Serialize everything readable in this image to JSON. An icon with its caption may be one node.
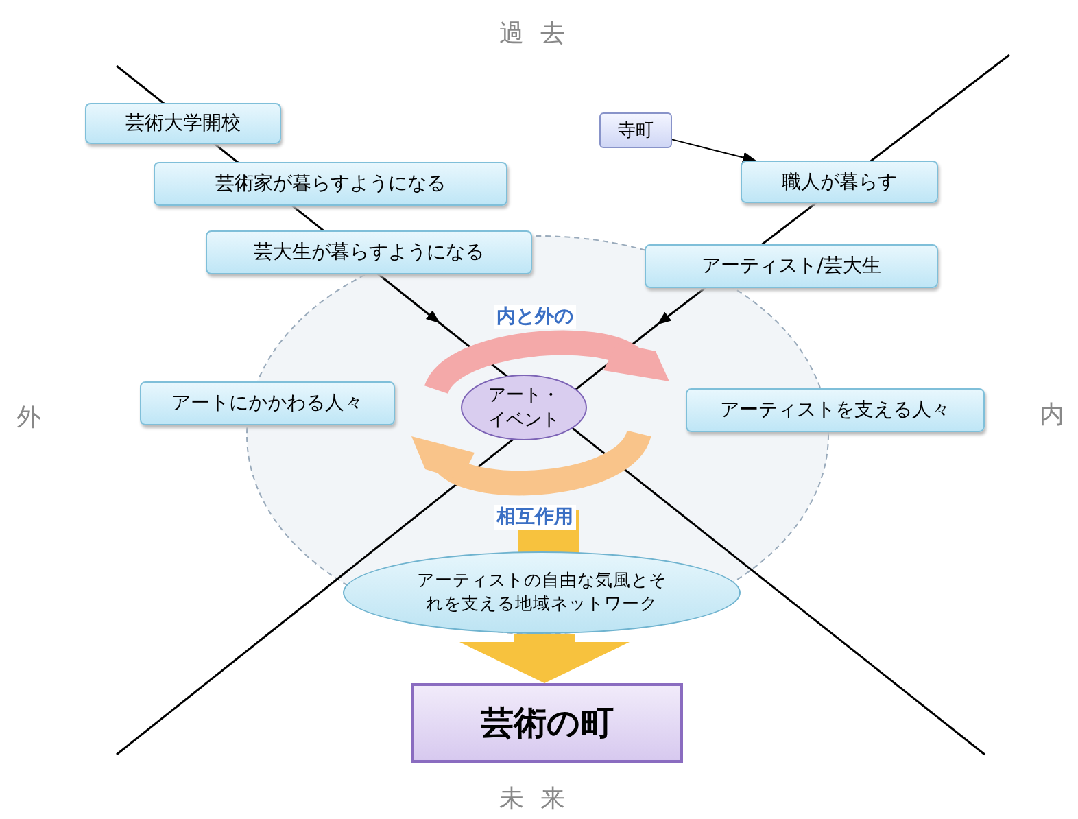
{
  "diagram": {
    "nodes": [
      {
        "text": [
          "芸術大学開校"
        ]
      },
      {
        "text": [
          "芸術家が暮らすようになる"
        ]
      },
      {
        "text": [
          "芸大生が暮らすようになる"
        ]
      },
      {
        "text": [
          "寺町"
        ]
      },
      {
        "text": [
          "職人が暮らす"
        ]
      },
      {
        "text": [
          "アーティスト/芸大生"
        ]
      },
      {
        "text": [
          "アートにかかわる人々"
        ]
      },
      {
        "text": [
          "アーティストを支える人々"
        ]
      },
      {
        "text": [
          "アート・イベント"
        ]
      },
      {
        "text": [
          "アーティストの自由な気風とそれを支える地域ネットワーク"
        ]
      },
      {
        "text": [
          "芸術の町"
        ]
      }
    ],
    "edges": [
      {
        "from": 3,
        "to": 4,
        "arrow": "to"
      },
      {
        "from": 9,
        "to": 10,
        "arrow": "to",
        "style": "thick",
        "color": "#f7c23e"
      }
    ],
    "labels": [
      "過去",
      "外",
      "内",
      "内と外の",
      "相互作用",
      "未来"
    ]
  }
}
